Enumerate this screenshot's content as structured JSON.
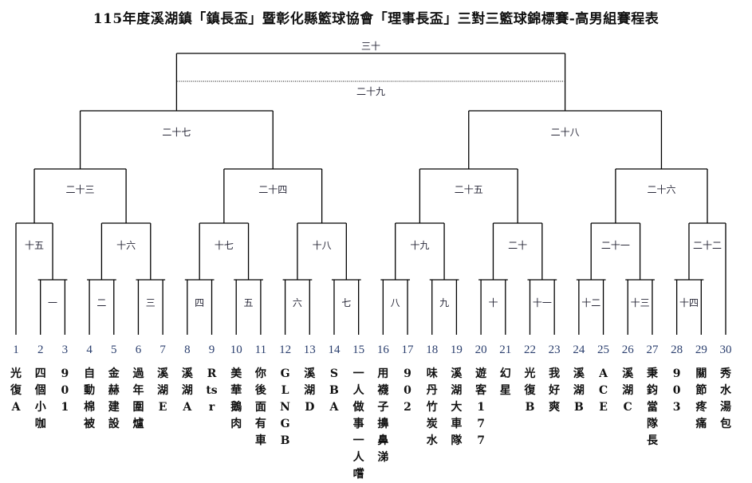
{
  "title": "115年度溪湖鎮「鎮長盃」暨彰化縣籃球協會「理事長盃」三對三籃球錦標賽-高男組賽程表",
  "colors": {
    "line": "#000000",
    "number": "#2b3f6e",
    "label": "#2a2a3a"
  },
  "teams": [
    {
      "no": "1",
      "name": "光復A"
    },
    {
      "no": "2",
      "name": "四個小咖"
    },
    {
      "no": "3",
      "name": "901"
    },
    {
      "no": "4",
      "name": "自動棉被"
    },
    {
      "no": "5",
      "name": "金赫建設"
    },
    {
      "no": "6",
      "name": "過年圍爐"
    },
    {
      "no": "7",
      "name": "溪湖E"
    },
    {
      "no": "8",
      "name": "溪湖A"
    },
    {
      "no": "9",
      "name": "Rtsr"
    },
    {
      "no": "10",
      "name": "美華鵝肉"
    },
    {
      "no": "11",
      "name": "你後面有車"
    },
    {
      "no": "12",
      "name": "GLNGB"
    },
    {
      "no": "13",
      "name": "溪湖D"
    },
    {
      "no": "14",
      "name": "SBA"
    },
    {
      "no": "15",
      "name": "一人做事一人嚐"
    },
    {
      "no": "16",
      "name": "用襪子擤鼻涕"
    },
    {
      "no": "17",
      "name": "902"
    },
    {
      "no": "18",
      "name": "味丹竹炭水"
    },
    {
      "no": "19",
      "name": "溪湖大車隊"
    },
    {
      "no": "20",
      "name": "遊客177"
    },
    {
      "no": "21",
      "name": "幻星"
    },
    {
      "no": "22",
      "name": "光復B"
    },
    {
      "no": "23",
      "name": "我好爽"
    },
    {
      "no": "24",
      "name": "溪湖B"
    },
    {
      "no": "25",
      "name": "ACE"
    },
    {
      "no": "26",
      "name": "溪湖C"
    },
    {
      "no": "27",
      "name": "秉鈞當隊長"
    },
    {
      "no": "28",
      "name": "903"
    },
    {
      "no": "29",
      "name": "關節疼痛"
    },
    {
      "no": "30",
      "name": "秀水湯包"
    }
  ],
  "matches": [
    {
      "id": "m1",
      "label": "一",
      "sides": [
        "t2",
        "t3"
      ]
    },
    {
      "id": "m2",
      "label": "二",
      "sides": [
        "t4",
        "t5"
      ]
    },
    {
      "id": "m3",
      "label": "三",
      "sides": [
        "t6",
        "t7"
      ]
    },
    {
      "id": "m4",
      "label": "四",
      "sides": [
        "t8",
        "t9"
      ]
    },
    {
      "id": "m5",
      "label": "五",
      "sides": [
        "t10",
        "t11"
      ]
    },
    {
      "id": "m6",
      "label": "六",
      "sides": [
        "t12",
        "t13"
      ]
    },
    {
      "id": "m7",
      "label": "七",
      "sides": [
        "t14",
        "t15"
      ]
    },
    {
      "id": "m8",
      "label": "八",
      "sides": [
        "t16",
        "t17"
      ]
    },
    {
      "id": "m9",
      "label": "九",
      "sides": [
        "t18",
        "t19"
      ]
    },
    {
      "id": "m10",
      "label": "十",
      "sides": [
        "t20",
        "t21"
      ]
    },
    {
      "id": "m11",
      "label": "十一",
      "sides": [
        "t22",
        "t23"
      ]
    },
    {
      "id": "m12",
      "label": "十二",
      "sides": [
        "t24",
        "t25"
      ]
    },
    {
      "id": "m13",
      "label": "十三",
      "sides": [
        "t26",
        "t27"
      ]
    },
    {
      "id": "m14",
      "label": "十四",
      "sides": [
        "t28",
        "t29"
      ]
    },
    {
      "id": "m15",
      "label": "十五",
      "sides": [
        "t1",
        "m1"
      ]
    },
    {
      "id": "m16",
      "label": "十六",
      "sides": [
        "m2",
        "m3"
      ]
    },
    {
      "id": "m17",
      "label": "十七",
      "sides": [
        "m4",
        "m5"
      ]
    },
    {
      "id": "m18",
      "label": "十八",
      "sides": [
        "m6",
        "m7"
      ]
    },
    {
      "id": "m19",
      "label": "十九",
      "sides": [
        "m8",
        "m9"
      ]
    },
    {
      "id": "m20",
      "label": "二十",
      "sides": [
        "m10",
        "m11"
      ]
    },
    {
      "id": "m21",
      "label": "二十一",
      "sides": [
        "m12",
        "m13"
      ]
    },
    {
      "id": "m22",
      "label": "二十二",
      "sides": [
        "m14",
        "t30"
      ]
    },
    {
      "id": "m23",
      "label": "二十三",
      "sides": [
        "m15",
        "m16"
      ]
    },
    {
      "id": "m24",
      "label": "二十四",
      "sides": [
        "m17",
        "m18"
      ]
    },
    {
      "id": "m25",
      "label": "二十五",
      "sides": [
        "m19",
        "m20"
      ]
    },
    {
      "id": "m26",
      "label": "二十六",
      "sides": [
        "m21",
        "m22"
      ]
    },
    {
      "id": "m27",
      "label": "二十七",
      "sides": [
        "m23",
        "m24"
      ]
    },
    {
      "id": "m28",
      "label": "二十八",
      "sides": [
        "m25",
        "m26"
      ]
    },
    {
      "id": "m30",
      "label": "三十",
      "sides": [
        "m27",
        "m28"
      ],
      "final": true
    }
  ],
  "third_place": {
    "label": "二十九"
  }
}
